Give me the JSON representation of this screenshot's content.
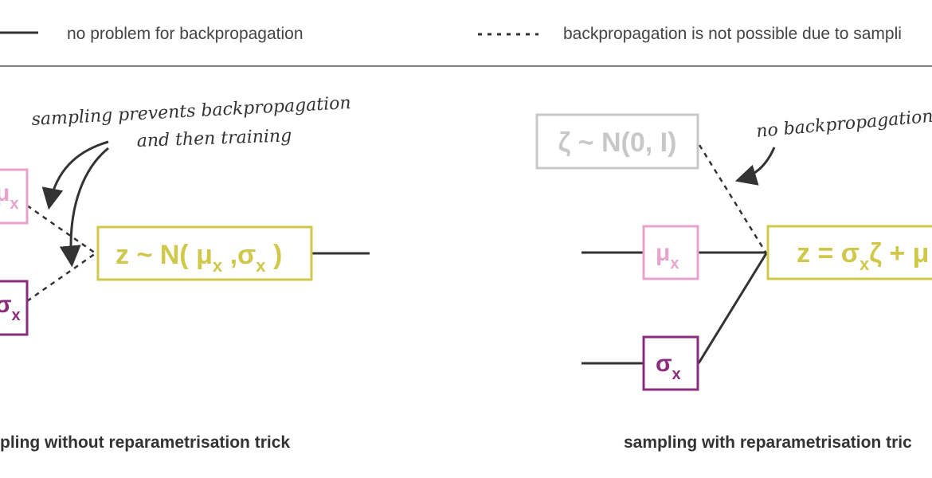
{
  "legend": {
    "solid_label": "no problem for backpropagation",
    "dashed_label": "backpropagation is not possible due to sampli"
  },
  "left": {
    "annotation_line1": "sampling prevents backpropagation",
    "annotation_line2": "and then training",
    "mu_box": {
      "symbol": "μ",
      "sub": "x"
    },
    "sigma_box": {
      "symbol": "σ",
      "sub": "x"
    },
    "z_box": {
      "part1": "z ~ N( μ",
      "sub1": "x",
      "part2": " ,σ",
      "sub2": "x",
      "part3": " )"
    },
    "caption": "pling without reparametrisation trick"
  },
  "right": {
    "annotation": "no backpropagation",
    "zeta_box": {
      "text": "ζ ~ N(0, I)"
    },
    "mu_box": {
      "symbol": "μ",
      "sub": "x"
    },
    "sigma_box": {
      "symbol": "σ",
      "sub": "x"
    },
    "z_box": {
      "part1": "z = σ",
      "sub1": "x",
      "part2": "ζ + μ"
    },
    "caption": "sampling with  reparametrisation tric"
  },
  "colors": {
    "line": "#333333",
    "mu": "#e8a3cc",
    "sigma": "#8b2c7e",
    "z": "#cfc84a",
    "zeta": "#c8c8c8",
    "legend_rule": "#555555"
  }
}
